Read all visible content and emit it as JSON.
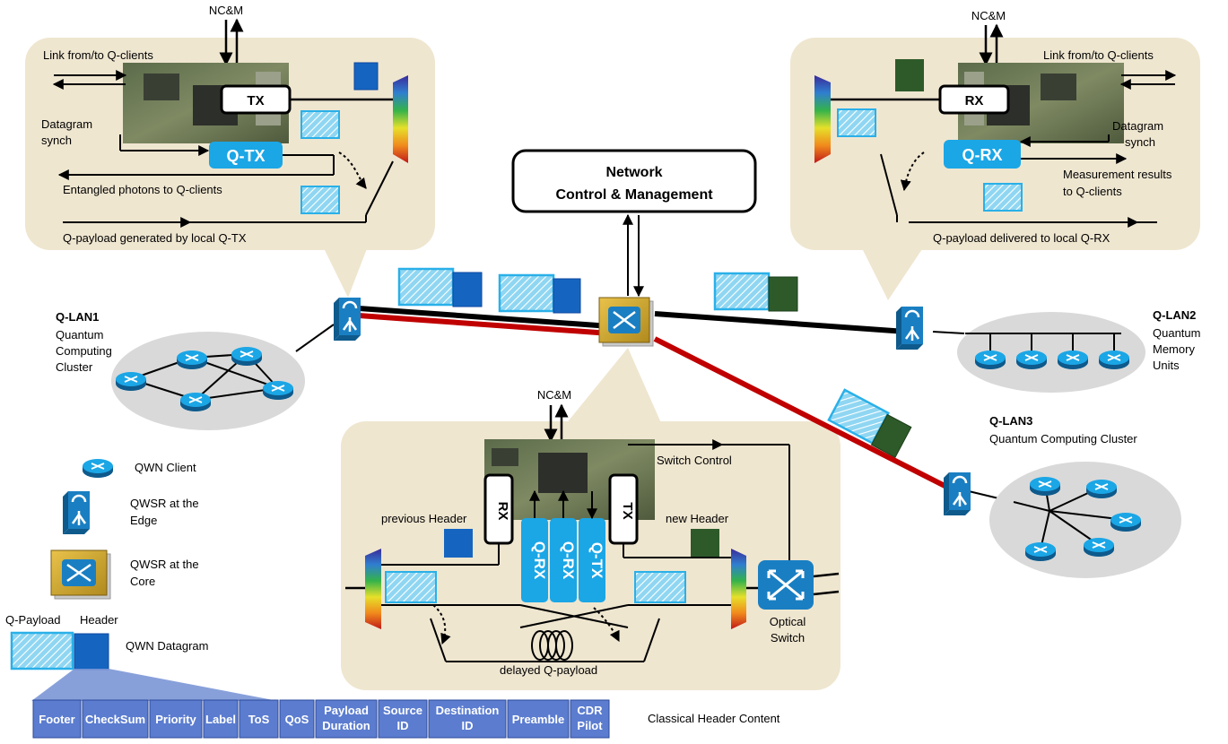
{
  "ncm_box": {
    "line1": "Network",
    "line2": "Control & Management"
  },
  "ncm_labels": {
    "tx_node": "NC&M",
    "rx_node": "NC&M",
    "core_node": "NC&M"
  },
  "tx_bubble": {
    "link": "Link from/to Q-clients",
    "tx_block": "TX",
    "qtx_block": "Q-TX",
    "datagram_synch_1": "Datagram",
    "datagram_synch_2": "synch",
    "entangled": "Entangled photons to Q-clients",
    "payload_generated": "Q-payload generated by local Q-TX"
  },
  "rx_bubble": {
    "link": "Link from/to Q-clients",
    "rx_block": "RX",
    "qrx_block": "Q-RX",
    "datagram_synch_1": "Datagram",
    "datagram_synch_2": "synch",
    "measurement_1": "Measurement results",
    "measurement_2": "to Q-clients",
    "payload_delivered": "Q-payload delivered to local Q-RX"
  },
  "core_bubble": {
    "switch_control": "Switch Control",
    "rx_block": "RX",
    "tx_block": "TX",
    "q_blocks": [
      "Q-RX",
      "Q-RX",
      "Q-TX"
    ],
    "previous_header": "previous Header",
    "new_header": "new Header",
    "optical_switch_1": "Optical",
    "optical_switch_2": "Switch",
    "delayed": "delayed Q-payload"
  },
  "lans": {
    "lan1": {
      "name": "Q-LAN1",
      "desc": [
        "Quantum",
        "Computing",
        "Cluster"
      ]
    },
    "lan2": {
      "name": "Q-LAN2",
      "desc": [
        "Quantum",
        "Memory",
        "Units"
      ]
    },
    "lan3": {
      "name": "Q-LAN3",
      "desc": [
        "Quantum Computing Cluster"
      ]
    }
  },
  "legend": {
    "client": "QWN Client",
    "edge_1": "QWSR at the",
    "edge_2": "Edge",
    "core_1": "QWSR at the",
    "core_2": "Core",
    "q_payload": "Q-Payload",
    "header": "Header",
    "datagram": "QWN Datagram"
  },
  "header_fields": [
    [
      "Footer"
    ],
    [
      "CheckSum"
    ],
    [
      "Priority"
    ],
    [
      "Label"
    ],
    [
      "ToS"
    ],
    [
      "QoS"
    ],
    [
      "Payload",
      "Duration"
    ],
    [
      "Source",
      "ID"
    ],
    [
      "Destination",
      "ID"
    ],
    [
      "Preamble"
    ],
    [
      "CDR",
      "Pilot"
    ]
  ],
  "header_caption": "Classical Header Content",
  "colors": {
    "bubble": "#efe6d0",
    "header_blue": "#1565c0",
    "header_green": "#2e5a2a",
    "payload_cyan": "#33b5e8",
    "qblock": "#1ba6e6",
    "field_fill": "#5b7ccf",
    "red_link": "#c00000"
  }
}
